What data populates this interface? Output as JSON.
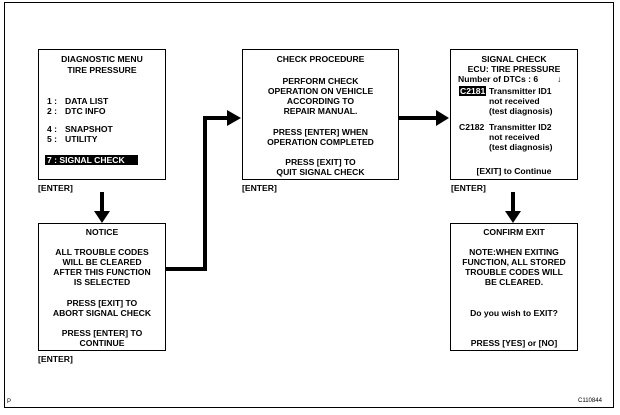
{
  "box1": {
    "title1": "DIAGNOSTIC MENU",
    "title2": "TIRE PRESSURE",
    "items": [
      {
        "num": "1 :",
        "label": "DATA LIST"
      },
      {
        "num": "2 :",
        "label": "DTC INFO"
      },
      {
        "num": "4 :",
        "label": "SNAPSHOT"
      },
      {
        "num": "5 :",
        "label": "UTILITY"
      },
      {
        "num": "7 :",
        "label": "SIGNAL CHECK"
      }
    ],
    "key": "[ENTER]"
  },
  "box2": {
    "lines": [
      "CHECK PROCEDURE",
      "PERFORM CHECK",
      "OPERATION ON VEHICLE",
      "ACCORDING TO",
      "REPAIR MANUAL.",
      "PRESS [ENTER] WHEN",
      "OPERATION COMPLETED",
      "PRESS [EXIT] TO",
      "QUIT SIGNAL CHECK"
    ],
    "key": "[ENTER]"
  },
  "box3": {
    "title1": "SIGNAL CHECK",
    "title2": "ECU: TIRE PRESSURE",
    "dtc_count": "Number of DTCs : 6",
    "scroll_arrow": "↓",
    "dtc1": {
      "code": "C2181",
      "line1": "Transmitter ID1",
      "line2": "not received",
      "line3": "(test diagnosis)"
    },
    "dtc2": {
      "code": "C2182",
      "line1": "Transmitter ID2",
      "line2": "not received",
      "line3": "(test diagnosis)"
    },
    "footer": "[EXIT] to Continue",
    "key": "[ENTER]"
  },
  "box4": {
    "lines": [
      "NOTICE",
      "ALL TROUBLE CODES",
      "WILL BE CLEARED",
      "AFTER THIS FUNCTION",
      "IS SELECTED",
      "PRESS [EXIT] TO",
      "ABORT SIGNAL CHECK",
      "PRESS [ENTER] TO",
      "CONTINUE"
    ],
    "key": "[ENTER]"
  },
  "box5": {
    "lines": [
      "CONFIRM EXIT",
      "NOTE:WHEN EXITING",
      "FUNCTION, ALL STORED",
      "TROUBLE CODES WILL",
      "BE CLEARED.",
      "Do you wish to EXIT?",
      "PRESS  [YES] or [NO]"
    ]
  },
  "corner": {
    "page_mark": "P",
    "figure_id": "C110844"
  }
}
